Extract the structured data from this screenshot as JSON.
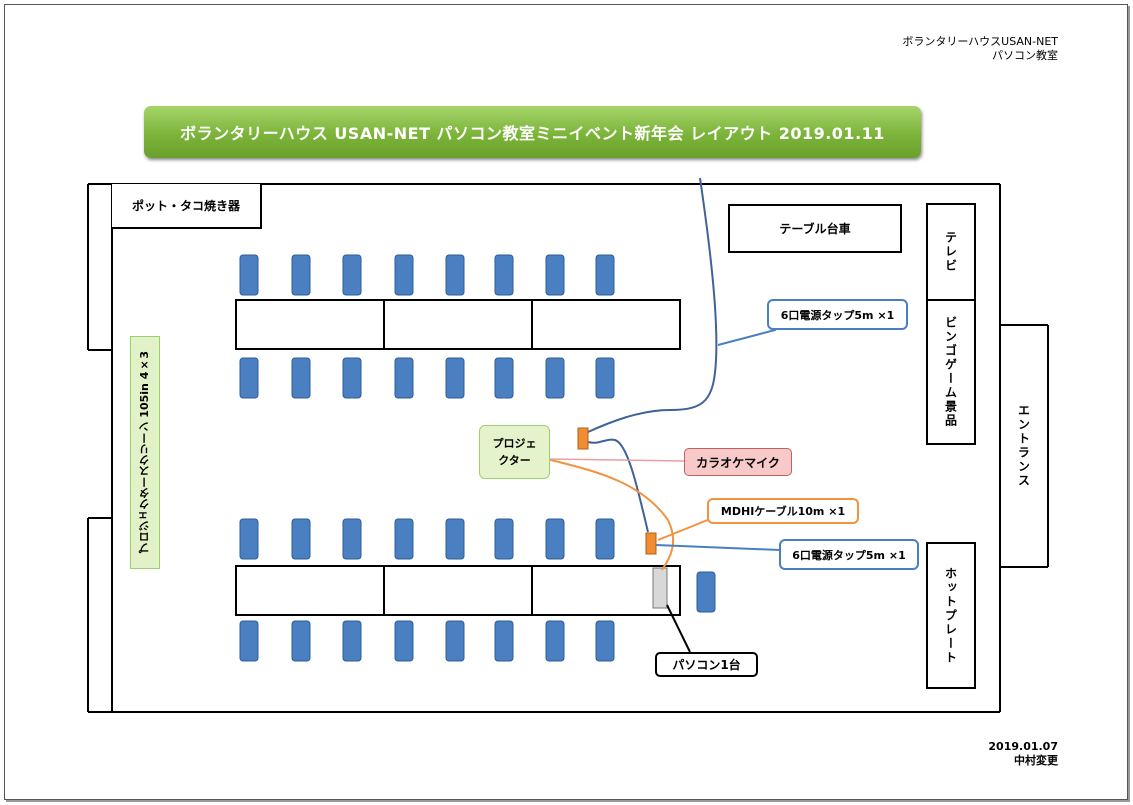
{
  "header": {
    "org_line1": "ボランタリーハウスUSAN-NET",
    "org_line2": "パソコン教室"
  },
  "title": "ボランタリーハウス USAN-NET パソコン教室ミニイベント新年会 レイアウト 2019.01.11",
  "footer": {
    "date": "2019.01.07",
    "author": "中村変更"
  },
  "room": {
    "pot_tako": "ポット・タコ焼き器",
    "table_cart": "テーブル台車",
    "tv": "テレビ",
    "bingo_prizes": "ビンゴゲーム景品",
    "entrance": "エントランス",
    "hot_plate": "ホットプレート",
    "screen": "プロジェクタースクリーン 105in 4×3",
    "projector_line1": "プロジェ",
    "projector_line2": "クター",
    "karaoke_mic": "カラオケマイク",
    "pc_one": "パソコン1台"
  },
  "callouts": {
    "power_tap_top": "6口電源タップ5m ×1",
    "hdmi_cable": "MDHIケーブル10m ×1",
    "power_tap_bottom": "6口電源タップ5m ×1"
  },
  "colors": {
    "banner": "#7cb43a",
    "chair": "#4a7fc1",
    "chair_border": "#2f5d94",
    "power_cable": "#3e6299",
    "hdmi_cable": "#f29340",
    "power_tap": "#f28c32",
    "callout_blue": "#4a7fc1",
    "callout_orange": "#f29340"
  }
}
